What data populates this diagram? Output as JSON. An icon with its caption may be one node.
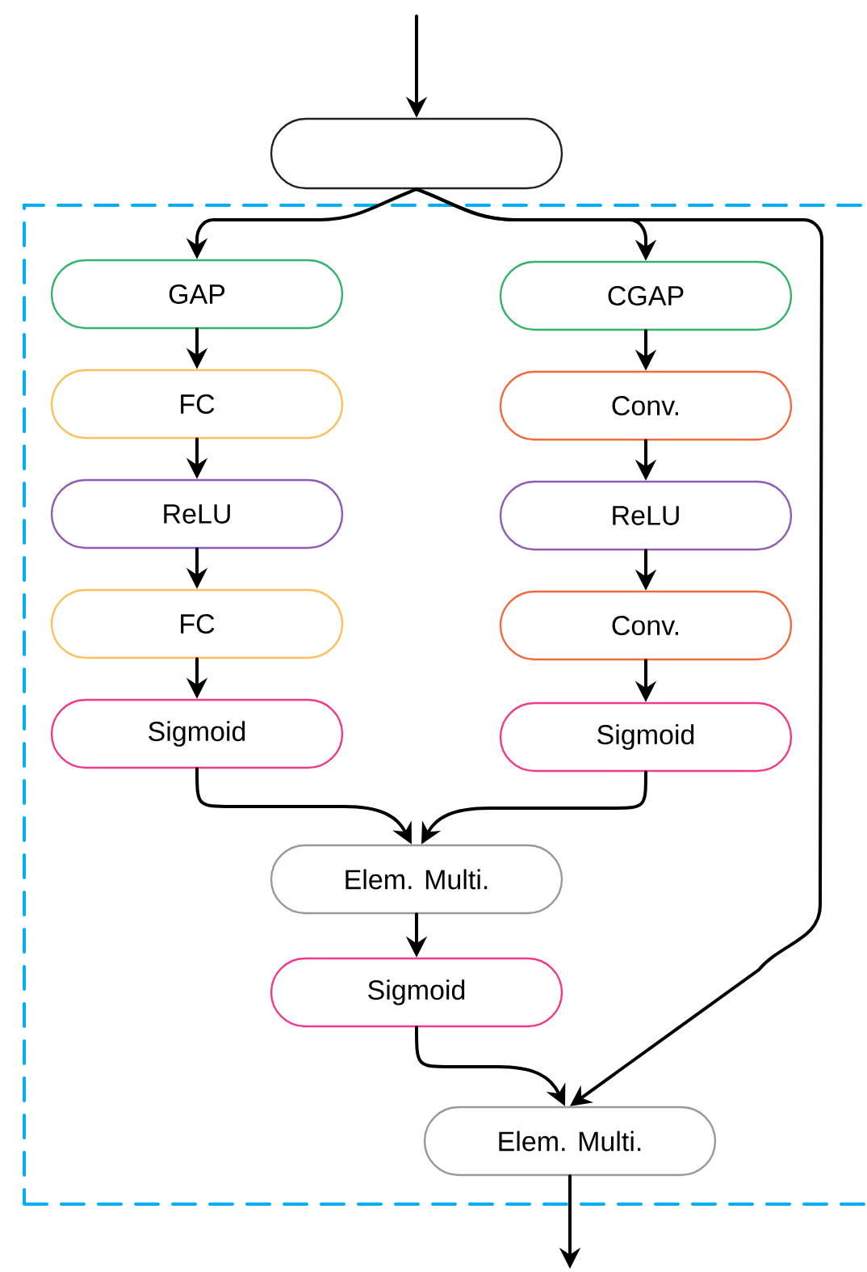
{
  "diagram": {
    "nodes": [
      {
        "text": [],
        "shape": "box"
      },
      {
        "text": [],
        "shape": "box"
      },
      {
        "text": [
          "GAP"
        ],
        "in": 1
      },
      {
        "text": [
          "CGAP"
        ],
        "in": 1
      },
      {
        "text": [
          "FC"
        ],
        "in": 1
      },
      {
        "text": [
          "Conv."
        ],
        "in": 1
      },
      {
        "text": [
          "ReLU"
        ],
        "in": 1
      },
      {
        "text": [
          "ReLU"
        ],
        "in": 1
      },
      {
        "text": [
          "FC"
        ],
        "in": 1
      },
      {
        "text": [
          "Conv."
        ],
        "in": 1
      },
      {
        "text": [
          "Sigmoid"
        ],
        "in": 1
      },
      {
        "text": [
          "Sigmoid"
        ],
        "in": 1
      },
      {
        "text": [
          "Elem. Multi."
        ],
        "in": 1
      },
      {
        "text": [
          "Sigmoid"
        ],
        "in": 1
      },
      {
        "text": [
          "Elem. Multi."
        ],
        "in": 1
      }
    ],
    "edges": [
      {
        "from": null,
        "to": 0,
        "arrow": "to"
      },
      {
        "from": 0,
        "to": 2,
        "arrow": "to"
      },
      {
        "from": 0,
        "to": 3,
        "arrow": "to"
      },
      {
        "from": 0,
        "to": 14,
        "arrow": "to"
      },
      {
        "from": 2,
        "to": 4,
        "arrow": "to"
      },
      {
        "from": 4,
        "to": 6,
        "arrow": "to"
      },
      {
        "from": 6,
        "to": 8,
        "arrow": "to"
      },
      {
        "from": 8,
        "to": 10,
        "arrow": "to"
      },
      {
        "from": 3,
        "to": 5,
        "arrow": "to"
      },
      {
        "from": 5,
        "to": 7,
        "arrow": "to"
      },
      {
        "from": 7,
        "to": 9,
        "arrow": "to"
      },
      {
        "from": 9,
        "to": 11,
        "arrow": "to"
      },
      {
        "from": 10,
        "to": 12,
        "arrow": "to"
      },
      {
        "from": 11,
        "to": 12,
        "arrow": "to"
      },
      {
        "from": 12,
        "to": 13,
        "arrow": "to"
      },
      {
        "from": 13,
        "to": 14,
        "arrow": "to"
      },
      {
        "from": 14,
        "to": null,
        "arrow": "to"
      }
    ]
  }
}
